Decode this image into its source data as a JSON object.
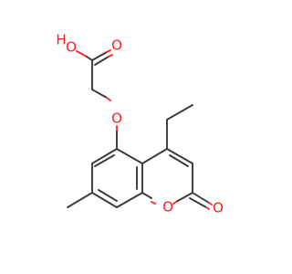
{
  "molecule": {
    "atoms": {
      "hydroxyl_h": "H",
      "hydroxyl_o": "O",
      "carbonyl_o_acid": "O",
      "ether_o": "O",
      "ring_o": "O",
      "lactone_carbonyl_o": "O"
    },
    "colors": {
      "bond": "#3a3a3a",
      "oxygen": "#ff1f1f"
    }
  }
}
